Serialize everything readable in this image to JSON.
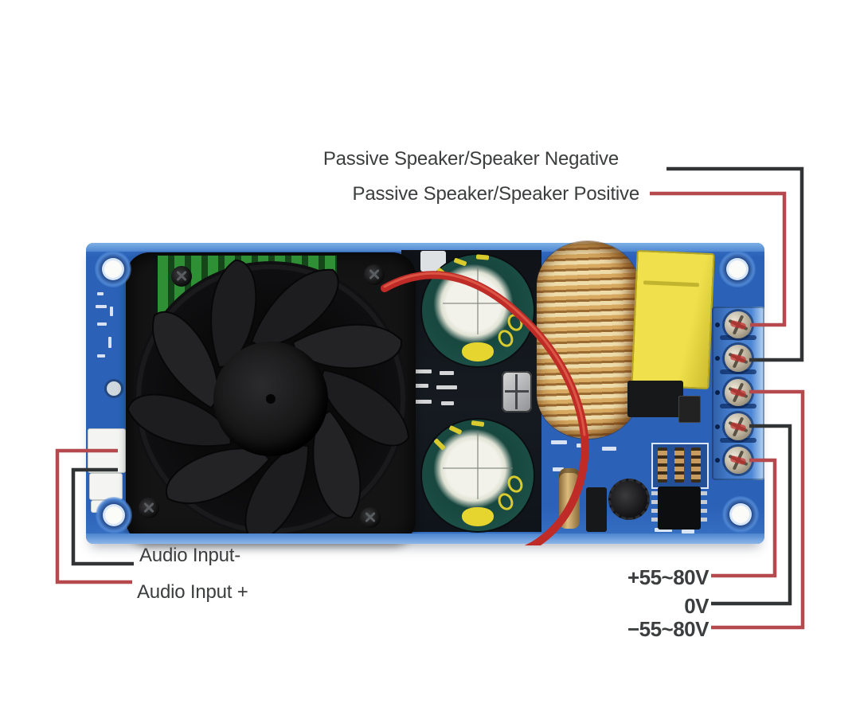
{
  "callouts": {
    "speaker_negative": "Passive Speaker/Speaker Negative",
    "speaker_positive": "Passive Speaker/Speaker Positive",
    "audio_input_negative": "Audio Input-",
    "audio_input_positive": "Audio Input +",
    "power_positive": "+55~80V",
    "power_ground": "0V",
    "power_negative": "−55~80V"
  },
  "colors": {
    "background": "#ffffff",
    "label_text": "#3b3d3e",
    "line_black": "#313334",
    "line_red": "#b5494d",
    "pcb_blue": "#2b62b8",
    "terminal_block_blue": "#4179c8",
    "transformer_yellow": "#eadc44",
    "inductor_copper": "#d9ab62",
    "fan_black": "#141414",
    "heatsink_green": "#2f8f35",
    "capacitor_teal": "#17473f",
    "wire_red": "#bf2b27"
  },
  "board": {
    "components": [
      "cooling-fan",
      "heatsink",
      "electrolytic-capacitor-top",
      "electrolytic-capacitor-bottom",
      "toroidal-inductor",
      "smps-transformer",
      "screw-terminal-block",
      "audio-input-connector",
      "mounting-holes",
      "fan-power-wire"
    ]
  }
}
